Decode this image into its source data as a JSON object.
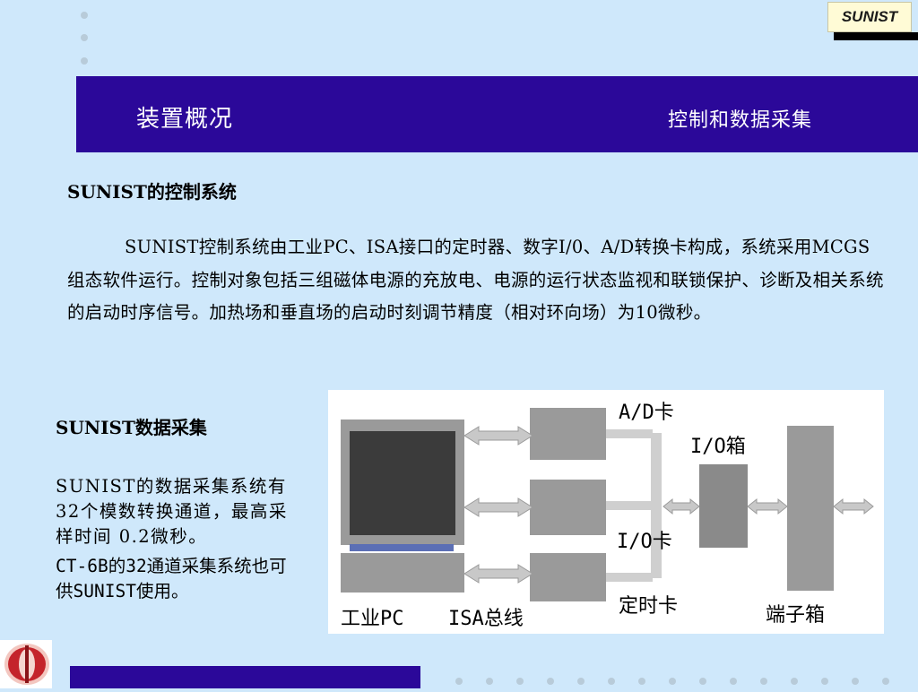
{
  "brand": {
    "label": "SUNIST"
  },
  "header": {
    "left_title": "装置概况",
    "right_title": "控制和数据采集"
  },
  "section1": {
    "title": "SUNIST的控制系统",
    "paragraph": "SUNIST控制系统由工业PC、ISA接口的定时器、数字I/0、A/D转换卡构成，系统采用MCGS组态软件运行。控制对象包括三组磁体电源的充放电、电源的运行状态监视和联锁保护、诊断及相关系统的启动时序信号。加热场和垂直场的启动时刻调节精度（相对环向场）为10微秒。"
  },
  "section2": {
    "title": "SUNIST数据采集",
    "paragraph1": "SUNIST的数据采集系统有32个模数转换通道，最高采样时间 0.2微秒。",
    "paragraph2": "CT-6B的32通道采集系统也可供SUNIST使用。"
  },
  "diagram": {
    "labels": {
      "ad_card": "A/D卡",
      "io_box": "I/O箱",
      "io_card": "I/O卡",
      "timer_card": "定时卡",
      "industrial_pc": "工业PC",
      "isa_bus": "ISA总线",
      "terminal_box": "端子箱"
    }
  },
  "colors": {
    "background": "#cfe8fb",
    "accent": "#2b0899",
    "brand_box": "#fffbd6"
  }
}
